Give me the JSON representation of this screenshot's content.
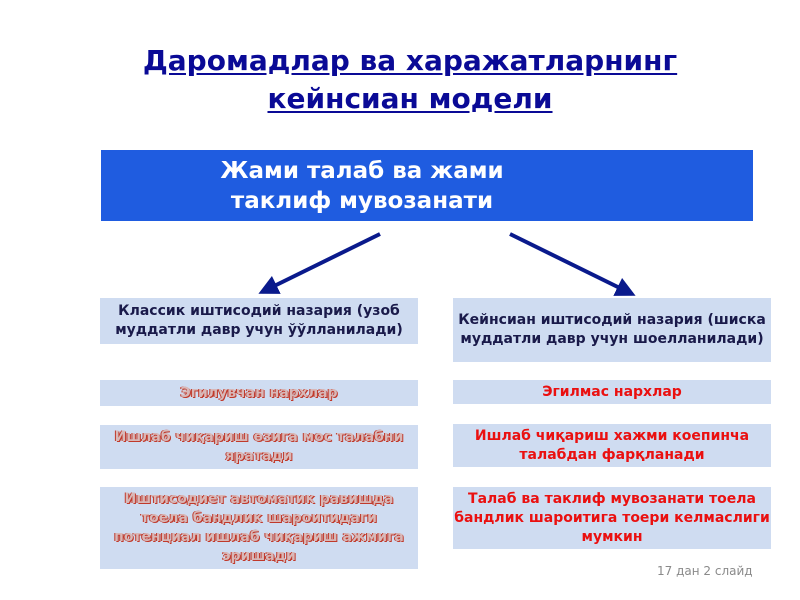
{
  "title": {
    "line1": "Даромадлар ва харажатларнинг",
    "line2": "кейнсиан модели"
  },
  "concept": {
    "line1": "Жами талаб ва жами",
    "line2": "таклиф мувозанати"
  },
  "left": {
    "header": "Классик иштисодий назария (узоб муддатли давр учун ўўлланилади)",
    "items": [
      "Эгилувчан нархлар",
      "Ишлаб чиқариш өзига мос талабни яратади",
      "Иштисодиет автоматик равишда тоела бандлик шароитидаги потенциал ишлаб чиқариш ажмига эришади"
    ]
  },
  "right": {
    "header": "Кейнсиан иштисодий назария (шиска муддатли давр учун шоелланилади)",
    "items": [
      "Эгилмас нархлар",
      "Ишлаб чиқариш хажми коепинча талабдан фарқланади",
      "Талаб ва таклиф мувозанати тоела бандлик шароитига тоери келмаслиги мумкин"
    ]
  },
  "footer": "17 дан 2 слайд",
  "colors": {
    "title": "#0a0a96",
    "concept_bg": "#1f5ce0",
    "box_bg": "#cfdcf1",
    "arrow": "#0a1a8c",
    "red_text": "#ea1010"
  }
}
